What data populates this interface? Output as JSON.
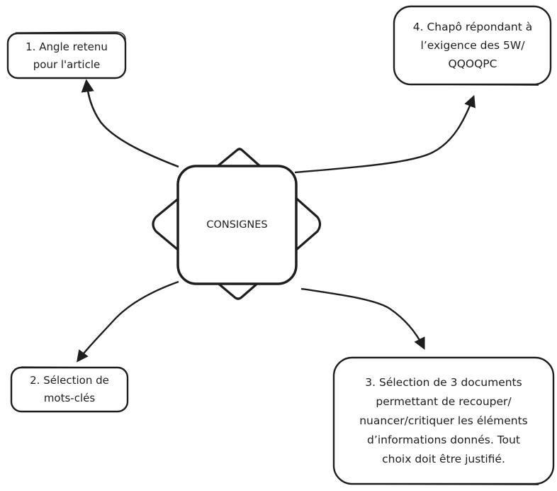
{
  "diagram": {
    "type": "mind-map",
    "stroke_color": "#1e1e1e",
    "background": "#ffffff",
    "center": {
      "id": "center",
      "label": "CONSIGNES"
    },
    "nodes": [
      {
        "id": "1",
        "lines": [
          "1. Angle retenu",
          "pour l'article"
        ]
      },
      {
        "id": "4",
        "lines": [
          "4. Chapô répondant à",
          "l’exigence des 5W/",
          "QQOQPC"
        ]
      },
      {
        "id": "2",
        "lines": [
          "2. Sélection de",
          "mots-clés"
        ]
      },
      {
        "id": "3",
        "lines": [
          "3. Sélection de 3 documents",
          "permettant de recouper/",
          "nuancer/critiquer les éléments",
          "d’informations donnés. Tout",
          "choix doit être justifié."
        ]
      }
    ],
    "edges": [
      {
        "from": "center",
        "to": "1"
      },
      {
        "from": "center",
        "to": "4"
      },
      {
        "from": "center",
        "to": "2"
      },
      {
        "from": "center",
        "to": "3"
      }
    ]
  }
}
